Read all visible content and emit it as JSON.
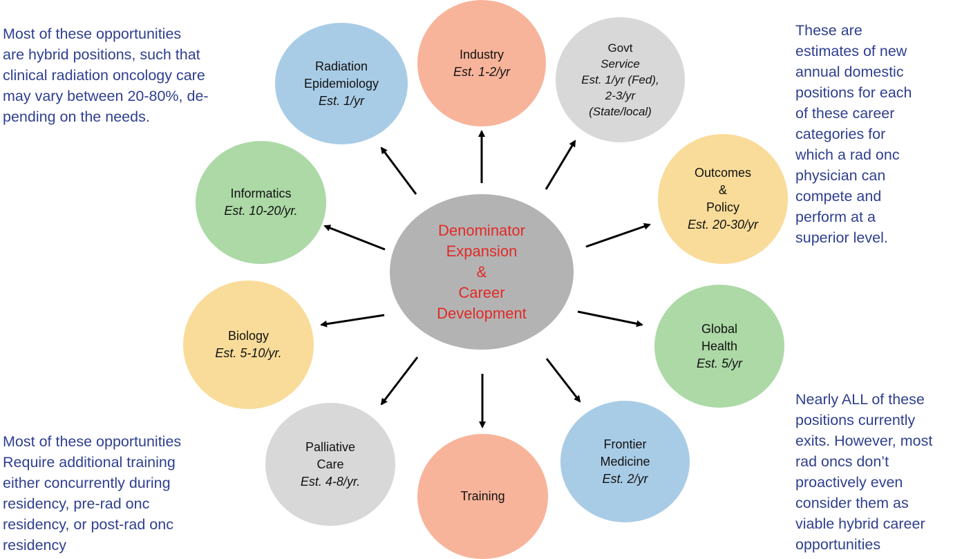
{
  "notes": {
    "top_left": "Most of these opportunities\nare hybrid positions, such that\nclinical radiation oncology care\nmay vary between 20-80%, de-\npending on the needs.",
    "bottom_left": "Most of these opportunities\nRequire additional training\neither concurrently during\nresidency, pre-rad onc\nresidency, or post-rad onc\nresidency",
    "top_right": "These are\nestimates of new\nannual domestic\npositions for each\nof these career\ncategories for\nwhich a rad onc\nphysician can\ncompete and\nperform at a\nsuperior level.",
    "bottom_right": "Nearly ALL of these\npositions currently\nexits. However, most\nrad oncs don’t\nproactively even\nconsider them as\nviable hybrid career\nopportunities"
  },
  "center": {
    "label": "Denominator\nExpansion\n&\nCareer\nDevelopment",
    "fill": "#b3b3b3",
    "text_color": "#e02a27"
  },
  "nodes": {
    "radiation_epidemiology": {
      "label": "Radiation\nEpidemiology",
      "estimate": "Est. 1/yr",
      "fill": "#a9cce6"
    },
    "industry": {
      "label": "Industry",
      "estimate": "Est. 1-2/yr",
      "fill": "#f7b49a"
    },
    "govt": {
      "label": "Govt",
      "estimate": "Service\nEst. 1/yr (Fed),\n2-3/yr\n(State/local)",
      "fill": "#d8d8d8"
    },
    "outcomes_policy": {
      "label": "Outcomes\n&\nPolicy",
      "estimate": "Est. 20-30/yr",
      "fill": "#f9dc9a"
    },
    "global_health": {
      "label": "Global\nHealth",
      "estimate": "Est. 5/yr",
      "fill": "#acd9a6"
    },
    "frontier_medicine": {
      "label": "Frontier\nMedicine",
      "estimate": "Est. 2/yr",
      "fill": "#a9cce6"
    },
    "training": {
      "label": "Training",
      "estimate": "",
      "fill": "#f7b49a"
    },
    "palliative_care": {
      "label": "Palliative\nCare",
      "estimate": "Est. 4-8/yr.",
      "fill": "#d8d8d8"
    },
    "biology": {
      "label": "Biology",
      "estimate": "Est. 5-10/yr.",
      "fill": "#f9dc9a"
    },
    "informatics": {
      "label": "Informatics",
      "estimate": "Est. 10-20/yr.",
      "fill": "#acd9a6"
    }
  },
  "colors": {
    "note_text": "#2f3f8f",
    "arrow": "#000000"
  }
}
